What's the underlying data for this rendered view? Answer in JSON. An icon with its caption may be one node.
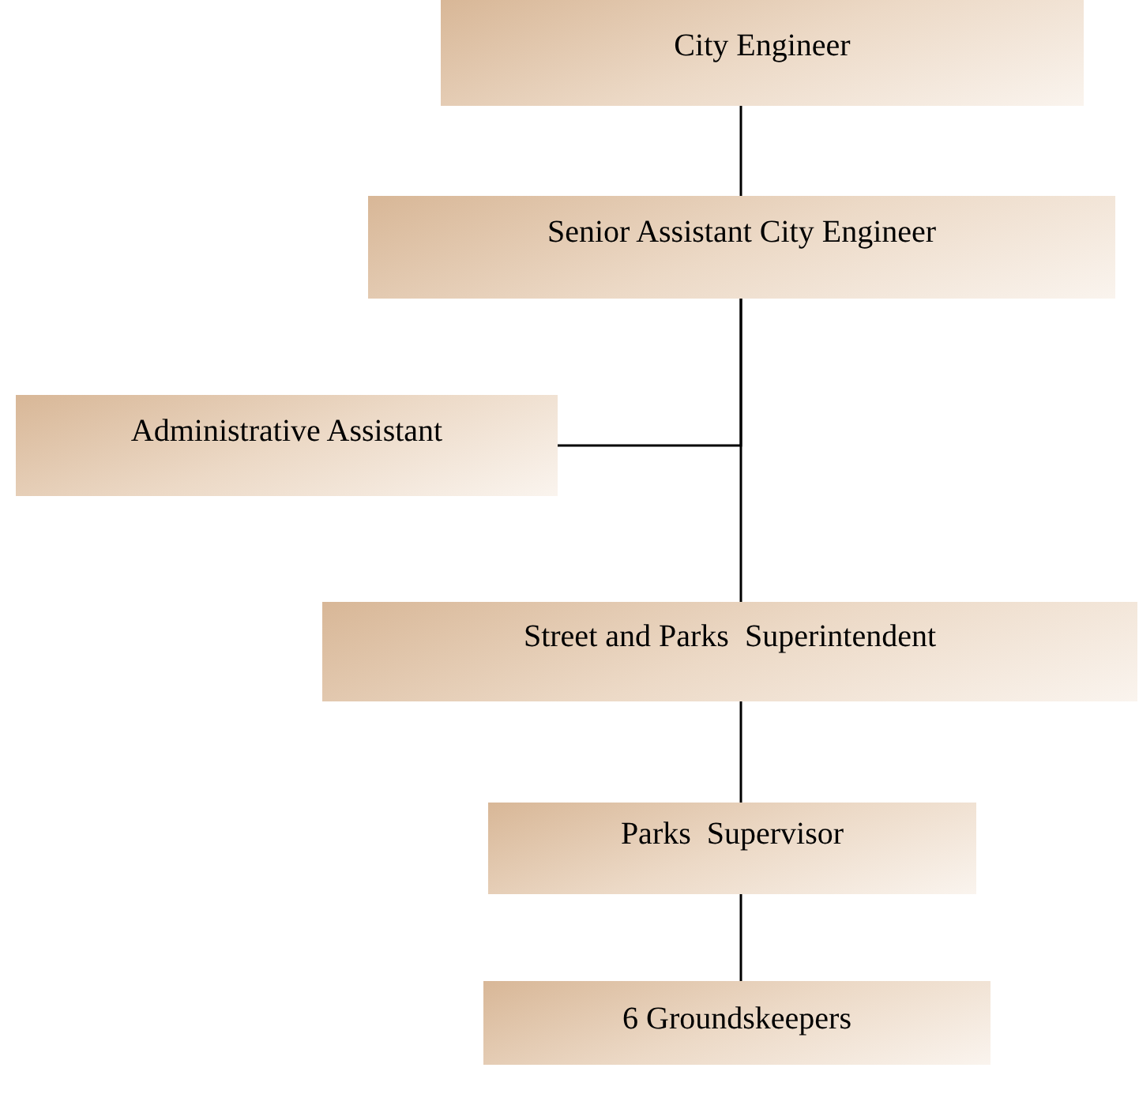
{
  "diagram": {
    "nodes": [
      {
        "text": [
          "City Engineer"
        ]
      },
      {
        "text": [
          "Senior Assistant City Engineer"
        ]
      },
      {
        "text": [
          "Administrative Assistant"
        ]
      },
      {
        "text": [
          "Street and Parks  Superintendent"
        ]
      },
      {
        "text": [
          "Parks  Supervisor"
        ]
      },
      {
        "text": [
          "6 Groundskeepers"
        ]
      }
    ],
    "edges": [
      {
        "from": 0,
        "to": 1,
        "arrow": "none"
      },
      {
        "from": 1,
        "to": 2,
        "arrow": "none"
      },
      {
        "from": 1,
        "to": 3,
        "arrow": "none"
      },
      {
        "from": 3,
        "to": 4,
        "arrow": "none"
      },
      {
        "from": 4,
        "to": 5,
        "arrow": "none"
      }
    ]
  }
}
